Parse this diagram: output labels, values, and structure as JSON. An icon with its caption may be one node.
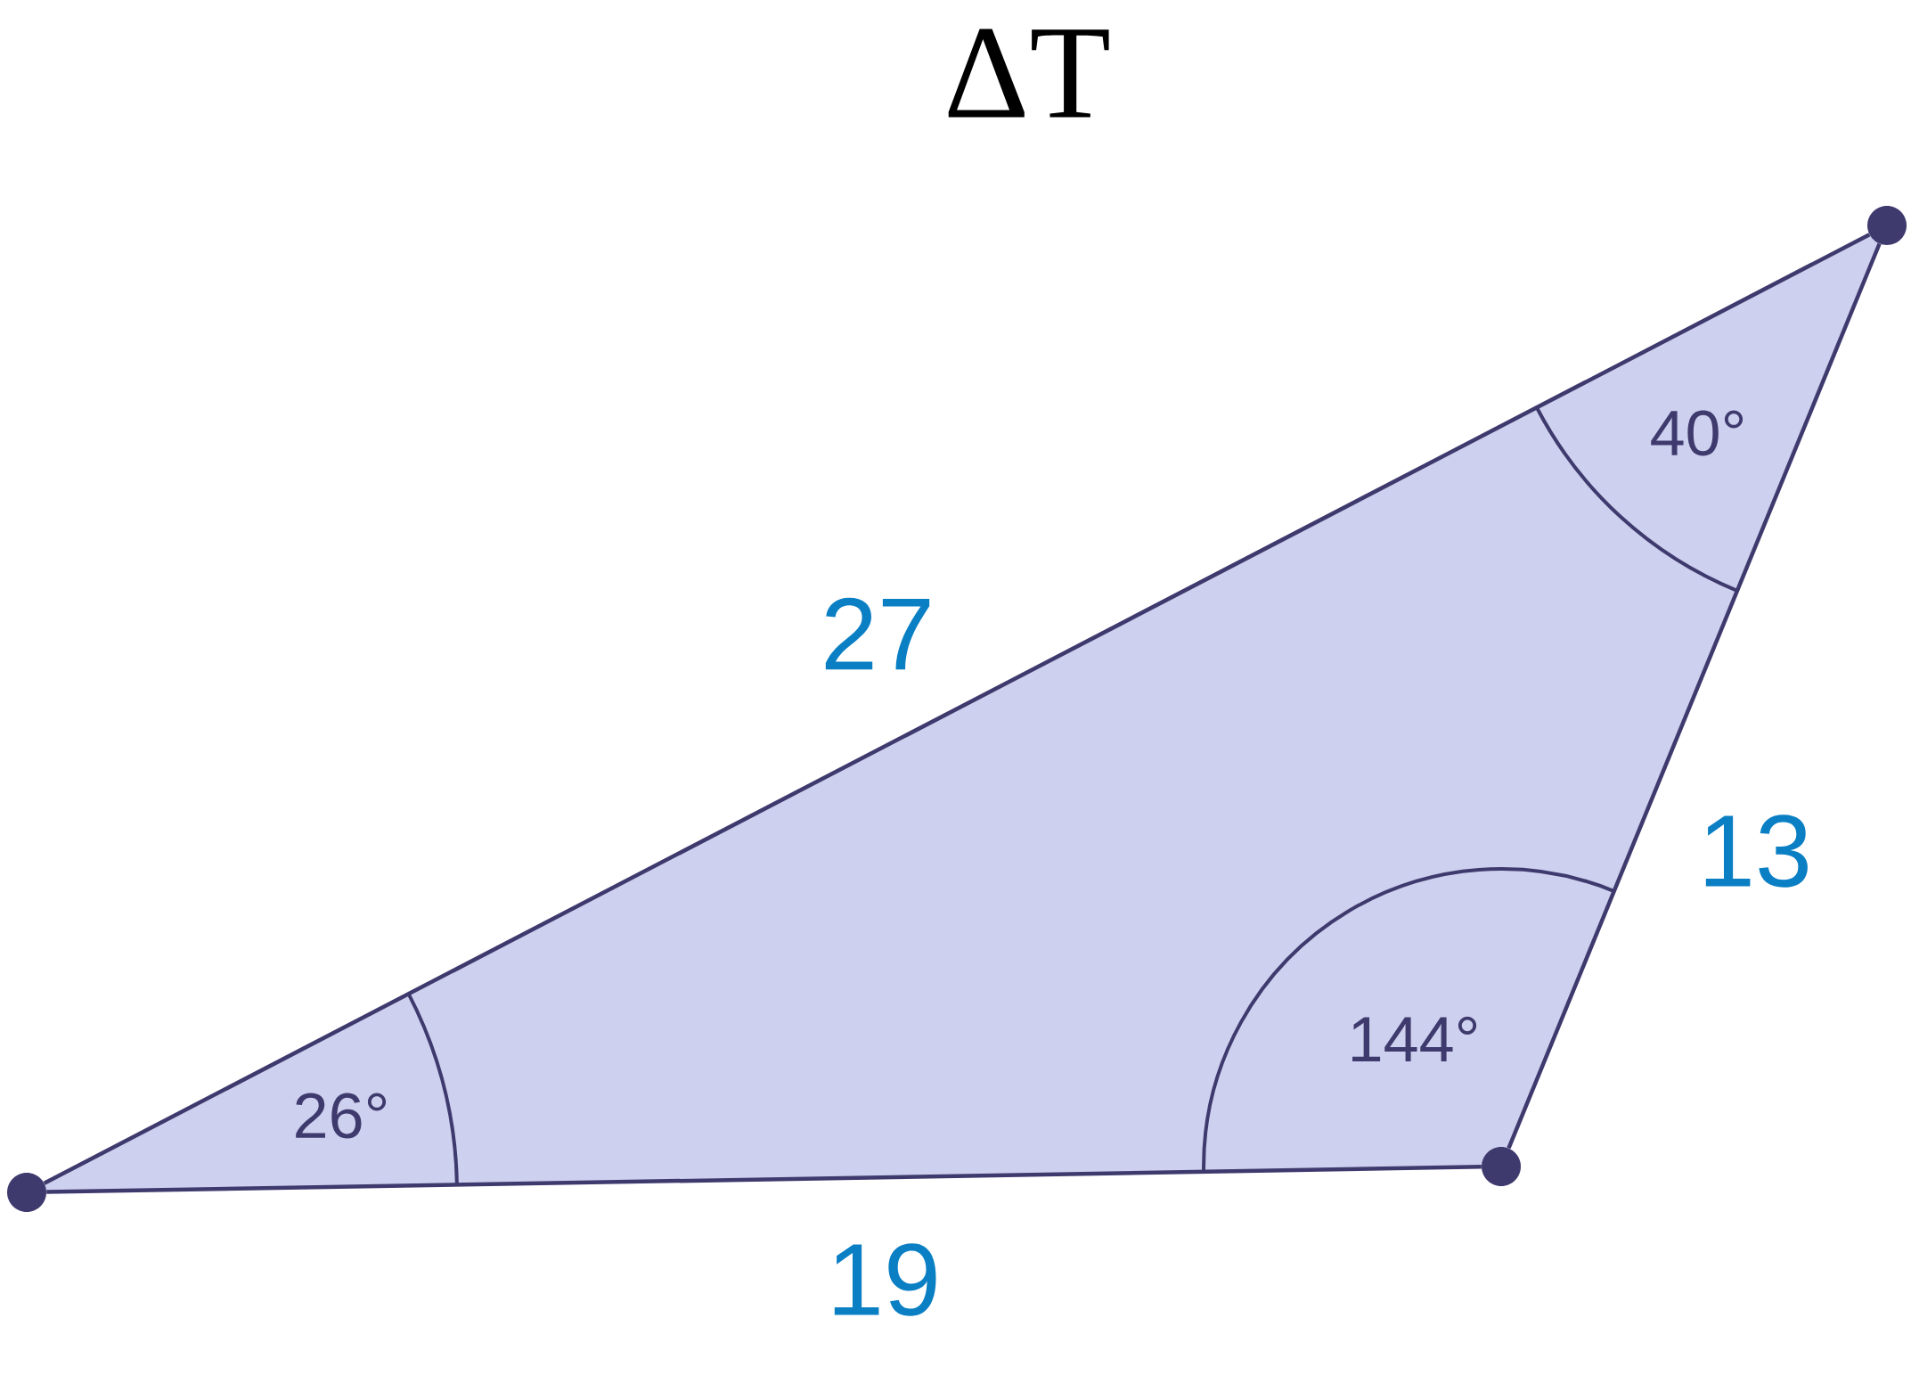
{
  "diagram": {
    "title": "ΔT",
    "nodes": [
      {
        "text": [],
        "shape": "circle"
      },
      {
        "text": [],
        "shape": "circle"
      },
      {
        "text": [],
        "shape": "circle"
      }
    ],
    "edges": [
      {
        "from": 0,
        "to": 1,
        "arrow": "none",
        "label": "19"
      },
      {
        "from": 1,
        "to": 2,
        "arrow": "none",
        "label": "13"
      },
      {
        "from": 0,
        "to": 2,
        "arrow": "none",
        "label": "27"
      }
    ],
    "labels": [
      "40°",
      "144°",
      "26°"
    ]
  }
}
